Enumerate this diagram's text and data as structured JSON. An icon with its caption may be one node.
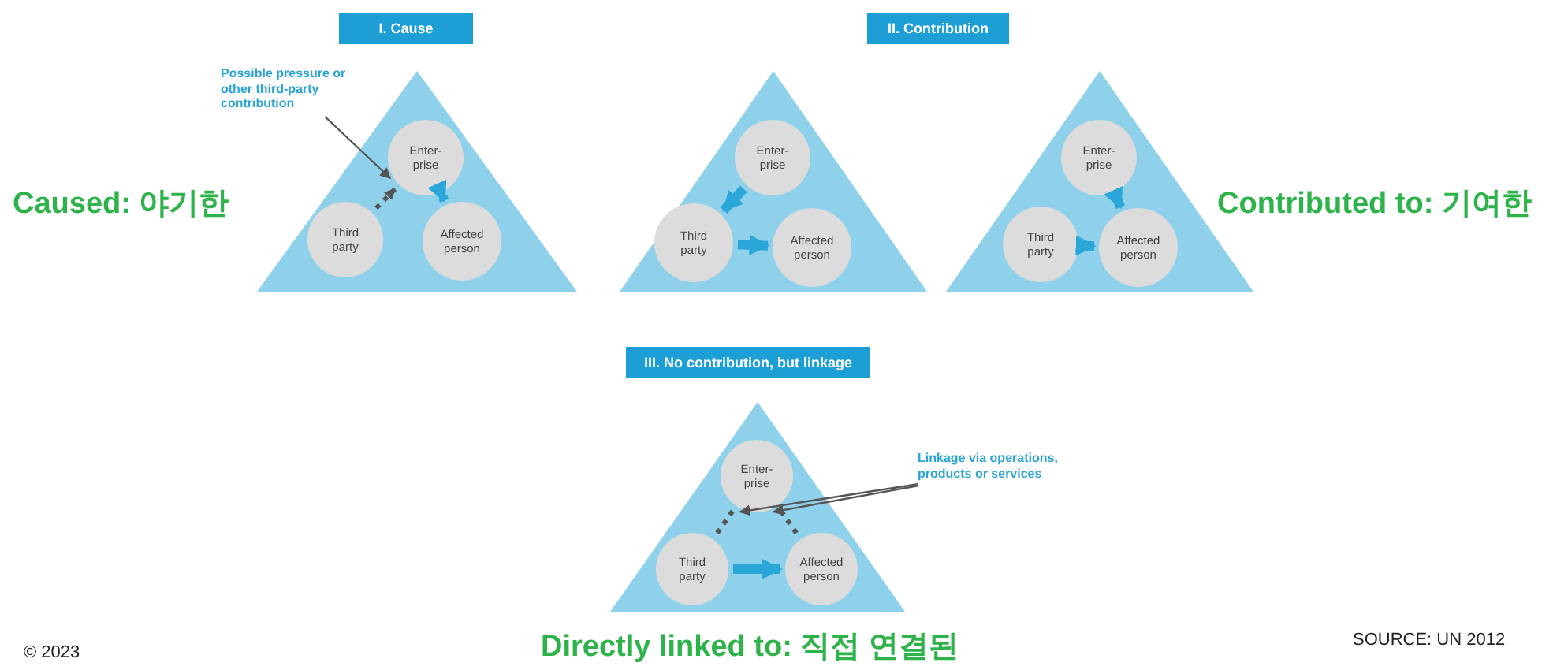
{
  "diagram": {
    "nodes": [
      {
        "text": [
          "I. Cause"
        ]
      },
      {
        "text": [],
        "shape": "triangle"
      },
      {
        "text": [
          "Enter-prise"
        ],
        "in": 1
      },
      {
        "text": [
          "Third party"
        ],
        "in": 1
      },
      {
        "text": [
          "Affected person"
        ],
        "in": 1
      },
      {
        "text": [
          "Possible pressure or other third-party contribution"
        ]
      },
      {
        "text": [
          "II. Contribution"
        ]
      },
      {
        "text": [],
        "shape": "triangle"
      },
      {
        "text": [
          "Enter-prise"
        ],
        "in": 7
      },
      {
        "text": [
          "Third party"
        ],
        "in": 7
      },
      {
        "text": [
          "Affected person"
        ],
        "in": 7
      },
      {
        "text": [],
        "shape": "triangle"
      },
      {
        "text": [
          "Enter-prise"
        ],
        "in": 11
      },
      {
        "text": [
          "Third party"
        ],
        "in": 11
      },
      {
        "text": [
          "Affected person"
        ],
        "in": 11
      },
      {
        "text": [
          "III. No contribution, but linkage"
        ]
      },
      {
        "text": [],
        "shape": "triangle"
      },
      {
        "text": [
          "Enter-prise"
        ],
        "in": 16
      },
      {
        "text": [
          "Third party"
        ],
        "in": 16
      },
      {
        "text": [
          "Affected person"
        ],
        "in": 16
      },
      {
        "text": [
          "Linkage via operations, products or services"
        ]
      }
    ],
    "edges": [
      {
        "from": 3,
        "to": 2,
        "arrow": "to",
        "style": "dashed"
      },
      {
        "from": 2,
        "to": 4,
        "arrow": "to",
        "style": "thick",
        "color": "#2aa6d9"
      },
      {
        "from": 5,
        "to": 2,
        "arrow": "to"
      },
      {
        "from": 8,
        "to": 9,
        "arrow": "to",
        "style": "thick",
        "color": "#2aa6d9"
      },
      {
        "from": 9,
        "to": 10,
        "arrow": "to",
        "style": "thick",
        "color": "#2aa6d9"
      },
      {
        "from": 12,
        "to": 14,
        "arrow": "to",
        "style": "thick",
        "color": "#2aa6d9"
      },
      {
        "from": 13,
        "to": 14,
        "arrow": "to",
        "style": "thick",
        "color": "#2aa6d9"
      },
      {
        "from": 17,
        "to": 18,
        "arrow": "none",
        "style": "dashed"
      },
      {
        "from": 17,
        "to": 19,
        "arrow": "none",
        "style": "dashed"
      },
      {
        "from": 18,
        "to": 19,
        "arrow": "to",
        "style": "thick",
        "color": "#2aa6d9"
      },
      {
        "from": 20,
        "to": 17,
        "arrow": "to"
      },
      {
        "from": 20,
        "to": 17,
        "arrow": "to"
      }
    ],
    "labels": [
      "Caused: 야기한",
      "Contributed to: 기여한",
      "Directly linked to: 직접 연결된",
      "© 2023",
      "SOURCE: UN 2012"
    ]
  }
}
